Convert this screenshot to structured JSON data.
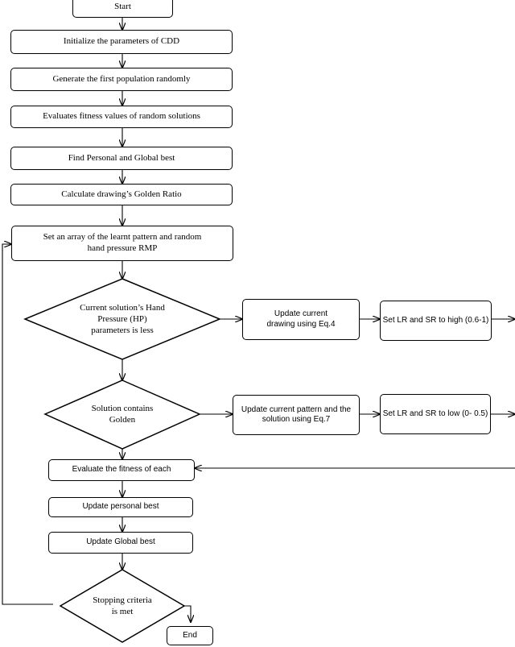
{
  "flowchart": {
    "start": "Start",
    "init": "Initialize the parameters of CDD",
    "generate": "Generate the first population randomly",
    "evaluate_random": "Evaluates fitness values of random solutions",
    "find_best": "Find Personal and Global best",
    "golden_ratio": "Calculate drawing’s Golden Ratio",
    "set_array": "Set an array of the learnt pattern and random hand pressure RMP",
    "decision_hp": "Current solution’s Hand Pressure (HP) parameters is less",
    "update_drawing": "Update current drawing using Eq.4",
    "set_high": "Set LR and SR to high (0.6-1)",
    "decision_golden": "Solution contains Golden",
    "update_pattern": "Update current pattern and the solution using Eq.7",
    "set_low": "Set LR and SR to low (0- 0.5)",
    "evaluate_each": "Evaluate the fitness of each",
    "update_personal": "Update personal best",
    "update_global": "Update Global best",
    "decision_stop": "Stopping criteria is met",
    "end": "End"
  }
}
